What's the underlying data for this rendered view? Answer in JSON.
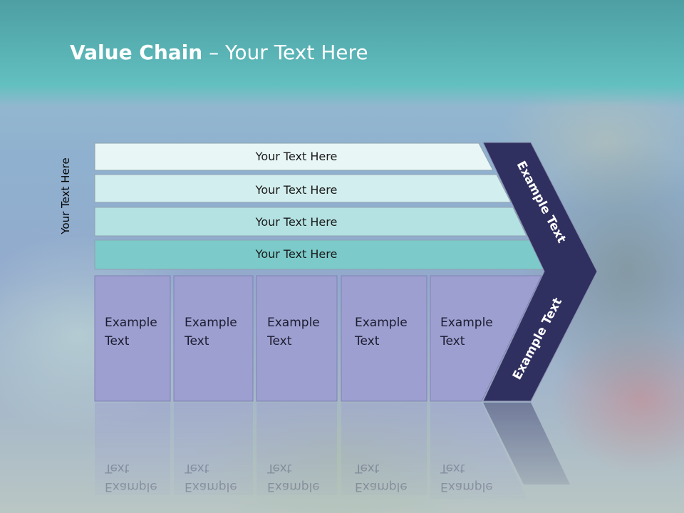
{
  "slide": {
    "title_bold": "Value Chain",
    "title_rest": " – Your Text Here",
    "side_label": "Your Text Here"
  },
  "support_bars": [
    {
      "label": "Your Text Here",
      "color": "#e8f6f6"
    },
    {
      "label": "Your Text Here",
      "color": "#d3eeee"
    },
    {
      "label": "Your Text Here",
      "color": "#b4e2e2"
    },
    {
      "label": "Your Text Here",
      "color": "#7ccaca"
    }
  ],
  "primary_boxes": [
    {
      "line1": "Example",
      "line2": "Text"
    },
    {
      "line1": "Example",
      "line2": "Text"
    },
    {
      "line1": "Example",
      "line2": "Text"
    },
    {
      "line1": "Example",
      "line2": "Text"
    },
    {
      "line1": "Example",
      "line2": "Text"
    }
  ],
  "chevron": {
    "upper_label": "Example Text",
    "lower_label": "Example Text",
    "color": "#303060"
  },
  "colors": {
    "box_fill": "#9d9fd0",
    "title_band": "#58b1b3"
  }
}
